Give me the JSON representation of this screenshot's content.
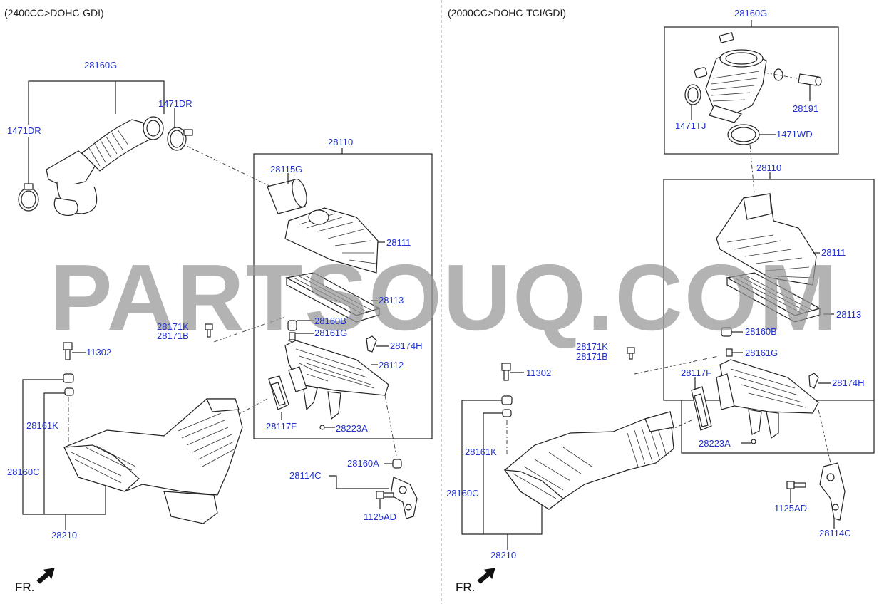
{
  "left_panel": {
    "header": "(2400CC>DOHC-GDI)",
    "fr_label": "FR.",
    "labels": {
      "duct_28160g": "28160G",
      "clamp_1471dr_a": "1471DR",
      "clamp_1471dr_b": "1471DR",
      "assy_28110": "28110",
      "cover_28115g": "28115G",
      "cover_28111": "28111",
      "filter_28113": "28113",
      "grommet_28160b": "28160B",
      "pin_28161g": "28161G",
      "bolt_28171k": "28171K",
      "bolt_28171b": "28171B",
      "hose_28174h": "28174H",
      "body_28112": "28112",
      "bolt_11302": "11302",
      "grommet_28161k": "28161K",
      "duct_28160c": "28160C",
      "pad_28117f": "28117F",
      "clip_28223a": "28223A",
      "grommet_28160a": "28160A",
      "bracket_28114c": "28114C",
      "bolt_1125ad": "1125AD",
      "duct_28210": "28210"
    }
  },
  "right_panel": {
    "header": "(2000CC>DOHC-TCI/GDI)",
    "fr_label": "FR.",
    "labels": {
      "duct_28160g": "28160G",
      "sensor_28191": "28191",
      "clamp_1471tj": "1471TJ",
      "clamp_1471wd": "1471WD",
      "assy_28110": "28110",
      "cover_28111": "28111",
      "filter_28113": "28113",
      "grommet_28160b": "28160B",
      "pin_28161g": "28161G",
      "bolt_28171k": "28171K",
      "bolt_28171b": "28171B",
      "bolt_11302": "11302",
      "pad_28117f": "28117F",
      "hose_28174h": "28174H",
      "grommet_28161k": "28161K",
      "clip_28223a": "28223A",
      "duct_28160c": "28160C",
      "bolt_1125ad": "1125AD",
      "bracket_28114c": "28114C",
      "duct_28210": "28210"
    }
  },
  "watermark": "PARTSOUQ.COM",
  "colors": {
    "label": "#2030c8",
    "line": "#222222",
    "watermark": "#969696"
  }
}
